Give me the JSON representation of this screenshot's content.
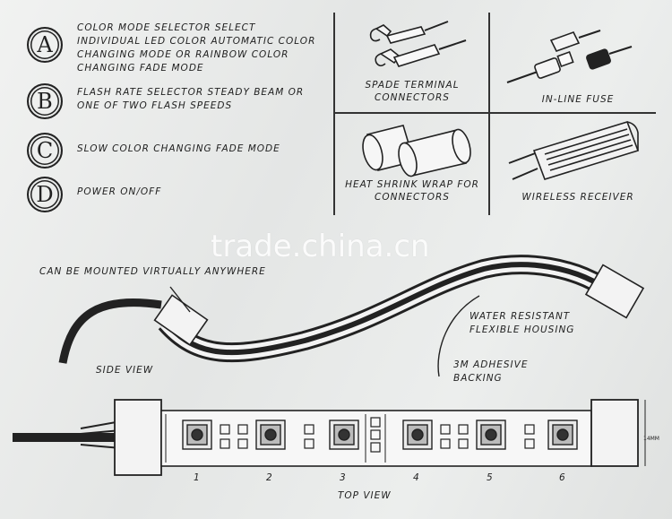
{
  "legend": [
    {
      "letter": "A",
      "text": "COLOR MODE SELECTOR SELECT INDIVIDUAL LED COLOR AUTOMATIC COLOR CHANGING MODE OR RAINBOW COLOR CHANGING FADE MODE"
    },
    {
      "letter": "B",
      "text": "FLASH RATE SELECTOR STEADY BEAM OR ONE OF TWO FLASH SPEEDS"
    },
    {
      "letter": "C",
      "text": "SLOW COLOR CHANGING FADE MODE"
    },
    {
      "letter": "D",
      "text": "POWER ON/OFF"
    }
  ],
  "accessories": {
    "spade": "SPADE TERMINAL CONNECTORS",
    "fuse": "IN-LINE FUSE",
    "heatshrink": "HEAT SHRINK WRAP FOR CONNECTORS",
    "receiver": "WIRELESS RECEIVER"
  },
  "watermark": "trade.china.cn",
  "side": {
    "mounted": "CAN BE MOUNTED VIRTUALLY ANYWHERE",
    "side_view": "SIDE VIEW",
    "housing": "WATER RESISTANT FLEXIBLE HOUSING",
    "adhesive": "3M ADHESIVE BACKING"
  },
  "top": {
    "top_view": "TOP VIEW",
    "width": "14MM",
    "numbers": [
      "1",
      "2",
      "3",
      "4",
      "5",
      "6"
    ]
  }
}
